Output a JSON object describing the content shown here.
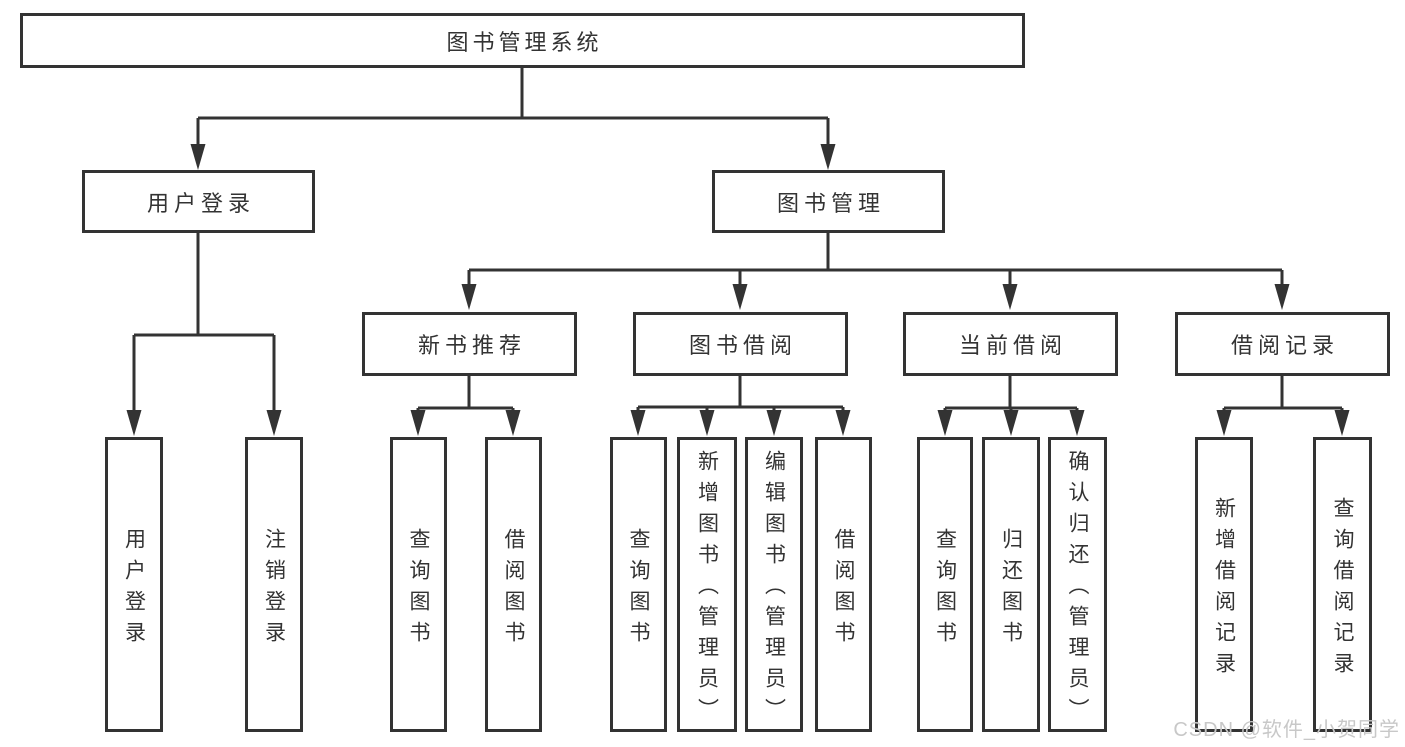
{
  "diagram": {
    "title_hint": "library management system feature tree",
    "root": {
      "label": "图书管理系统"
    },
    "branches": [
      {
        "label": "用户登录",
        "children": [
          {
            "label": "用户登录"
          },
          {
            "label": "注销登录"
          }
        ]
      },
      {
        "label": "图书管理",
        "groups": [
          {
            "label": "新书推荐",
            "children": [
              {
                "label": "查询图书"
              },
              {
                "label": "借阅图书"
              }
            ]
          },
          {
            "label": "图书借阅",
            "children": [
              {
                "label": "查询图书"
              },
              {
                "label": "新增图书（管理员）"
              },
              {
                "label": "编辑图书（管理员）"
              },
              {
                "label": "借阅图书"
              }
            ]
          },
          {
            "label": "当前借阅",
            "children": [
              {
                "label": "查询图书"
              },
              {
                "label": "归还图书"
              },
              {
                "label": "确认归还（管理员）"
              }
            ]
          },
          {
            "label": "借阅记录",
            "children": [
              {
                "label": "新增借阅记录"
              },
              {
                "label": "查询借阅记录"
              }
            ]
          }
        ]
      }
    ]
  },
  "watermark": {
    "text": "CSDN @软件_小贺同学"
  },
  "colors": {
    "line": "#333333",
    "box_border": "#333333",
    "text": "#333333",
    "watermark": "#c8c8c8",
    "background": "#ffffff"
  }
}
